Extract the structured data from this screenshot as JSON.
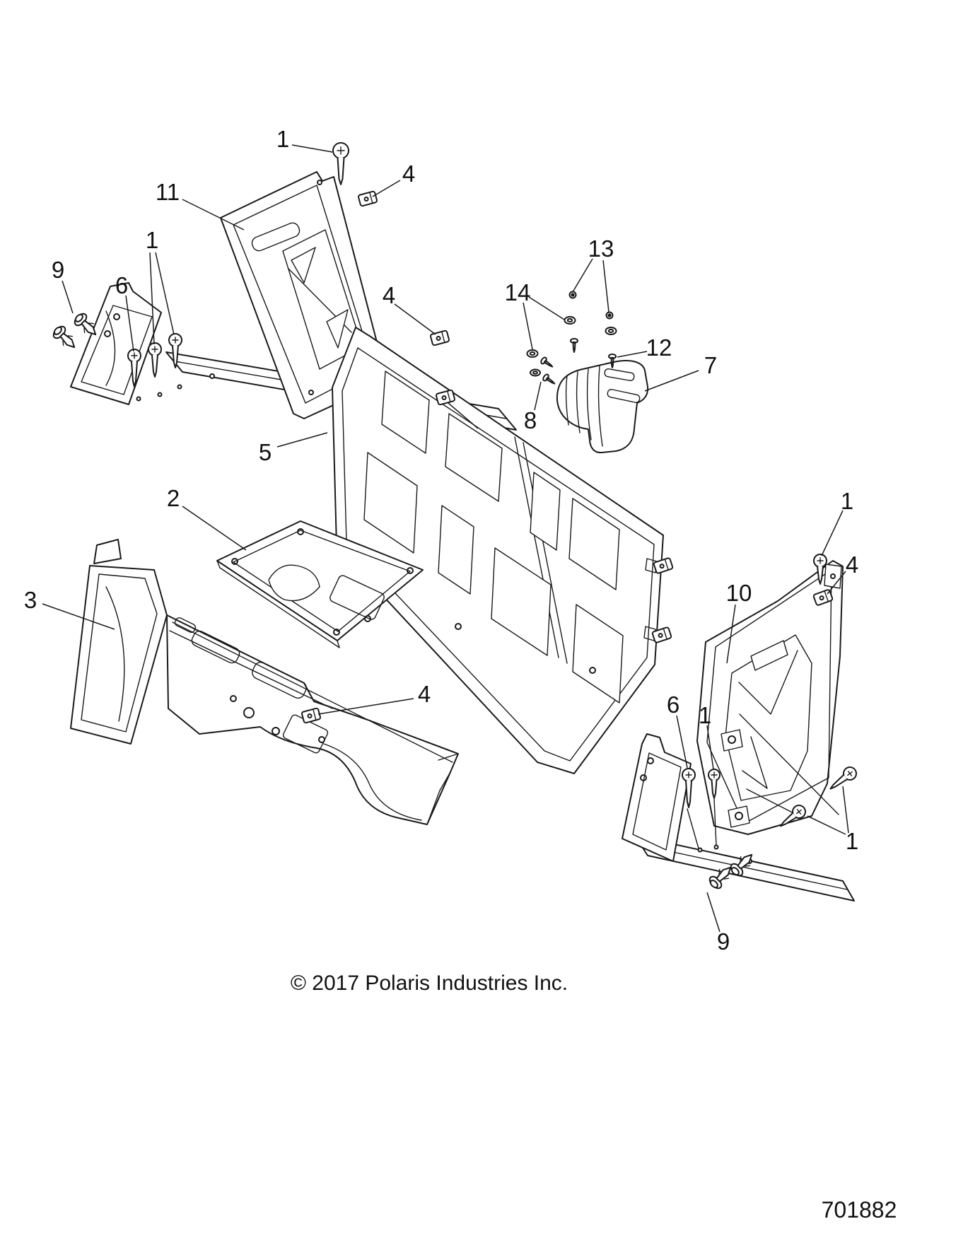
{
  "diagram": {
    "copyright": "© 2017 Polaris Industries Inc.",
    "part_number": "701882",
    "ink_color": "#1a1a1a",
    "background_color": "#ffffff",
    "callouts": [
      {
        "label": "1"
      },
      {
        "label": "4"
      },
      {
        "label": "11"
      },
      {
        "label": "1"
      },
      {
        "label": "9"
      },
      {
        "label": "6"
      },
      {
        "label": "4"
      },
      {
        "label": "5"
      },
      {
        "label": "2"
      },
      {
        "label": "3"
      },
      {
        "label": "4"
      },
      {
        "label": "13"
      },
      {
        "label": "14"
      },
      {
        "label": "12"
      },
      {
        "label": "7"
      },
      {
        "label": "8"
      },
      {
        "label": "1"
      },
      {
        "label": "4"
      },
      {
        "label": "10"
      },
      {
        "label": "6"
      },
      {
        "label": "1"
      },
      {
        "label": "1"
      },
      {
        "label": "9"
      }
    ]
  }
}
